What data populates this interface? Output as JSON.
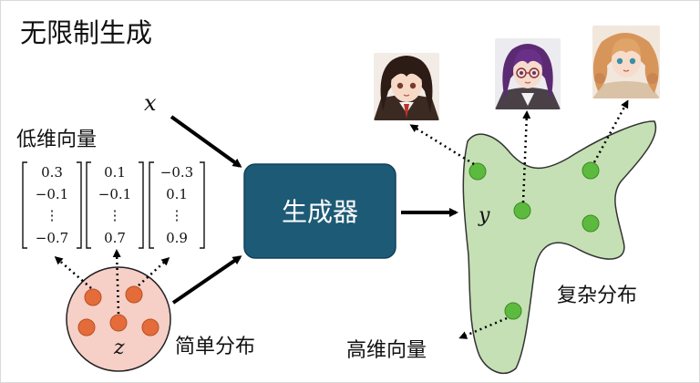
{
  "title": "无限制生成",
  "input_label": "x",
  "low_dim": {
    "label": "低维向量",
    "vectors": [
      [
        "0.3",
        "−0.1",
        "⋮",
        "−0.7"
      ],
      [
        "0.1",
        "−0.1",
        "⋮",
        "0.7"
      ],
      [
        "−0.3",
        "0.1",
        "⋮",
        "0.9"
      ]
    ]
  },
  "simple_dist": {
    "label": "简单分布",
    "variable": "z"
  },
  "generator": {
    "label": "生成器",
    "color": "#1d5a75"
  },
  "complex_dist": {
    "label": "复杂分布",
    "variable": "y",
    "fill": "#c5e0b4",
    "point_color": "#5cbb3e"
  },
  "high_dim_label": "高维向量",
  "portraits": [
    "anime-girl-brown-hair-portrait",
    "anime-girl-purple-hair-glasses-portrait",
    "anime-girl-blonde-curly-hair-portrait"
  ],
  "colors": {
    "simple_fill": "#f6cfc6",
    "simple_point": "#e46c3b"
  }
}
